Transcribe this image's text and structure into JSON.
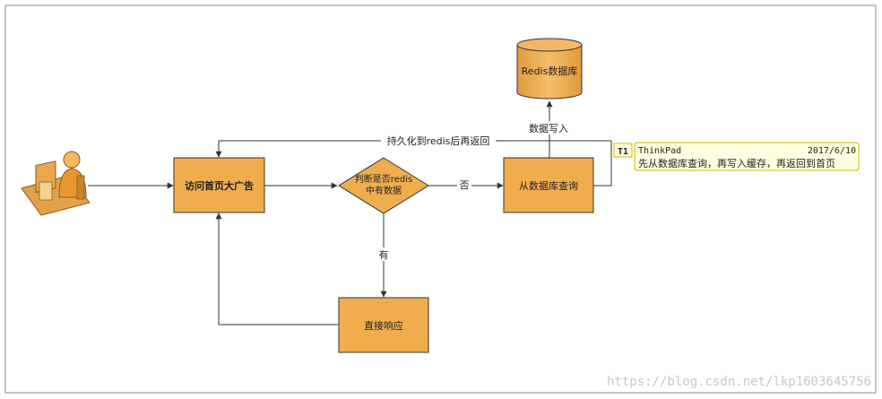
{
  "nodes": {
    "visit_ad": "访问首页大广告",
    "judge_line1": "判断是否redis",
    "judge_line2": "中有数据",
    "query_db": "从数据库查询",
    "redis_db": "Redis数据库",
    "direct_response": "直接响应"
  },
  "edges": {
    "no": "否",
    "yes": "有",
    "write_data": "数据写入",
    "persist_return": "持久化到redis后再返回"
  },
  "comment": {
    "tag": "T1",
    "author": "ThinkPad",
    "date": "2017/6/10",
    "text": "先从数据库查询，再写入缓存，再返回到首页"
  },
  "watermark": "https://blog.csdn.net/lkp1603645756",
  "colors": {
    "box_fill": "#f0ad4e",
    "box_stroke": "#333333",
    "comment_fill": "#fffde0",
    "comment_stroke": "#d4b800",
    "line": "#333333"
  }
}
